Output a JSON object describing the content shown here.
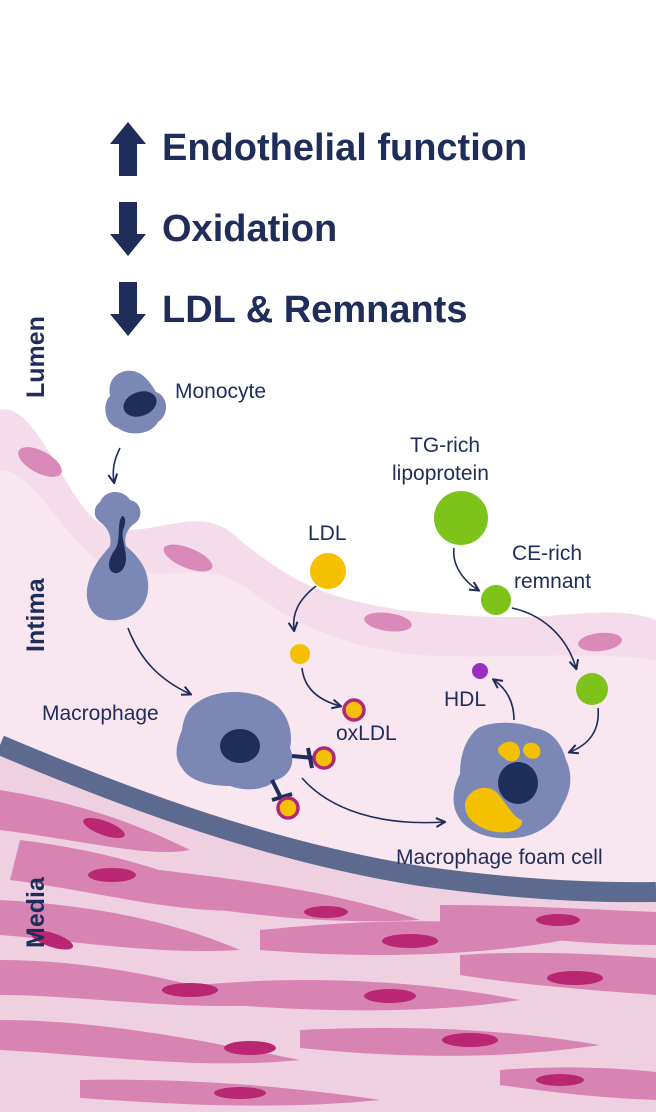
{
  "effects": [
    {
      "direction": "up",
      "icon": "up-arrow-icon",
      "text": "Endothelial function"
    },
    {
      "direction": "down",
      "icon": "down-arrow-icon",
      "text": "Oxidation"
    },
    {
      "direction": "down",
      "icon": "down-arrow-icon",
      "text": "LDL & Remnants"
    }
  ],
  "layers": {
    "lumen": "Lumen",
    "intima": "Intima",
    "media": "Media"
  },
  "labels": {
    "monocyte": "Monocyte",
    "macrophage": "Macrophage",
    "ldl": "LDL",
    "oxldl": "oxLDL",
    "tg_rich_line1": "TG-rich",
    "tg_rich_line2": "lipoprotein",
    "ce_rich_line1": "CE-rich",
    "ce_rich_line2": "remnant",
    "hdl": "HDL",
    "foam_cell": "Macrophage foam cell"
  },
  "colors": {
    "navy": "#1f2d5a",
    "cell": "#7b87b4",
    "nucleus": "#1f2d5a",
    "ldl": "#f5c000",
    "remnant": "#7ec31a",
    "hdl": "#9a2fc0",
    "oxldl_ring": "#b0287a",
    "intima": "#f3dbea",
    "intima_edge": "#ecc8de",
    "media": "#eac3da",
    "muscle": "#d57aae",
    "muscle_nucleus": "#b6256e",
    "elastic_lamina": "#5e6a8c"
  }
}
